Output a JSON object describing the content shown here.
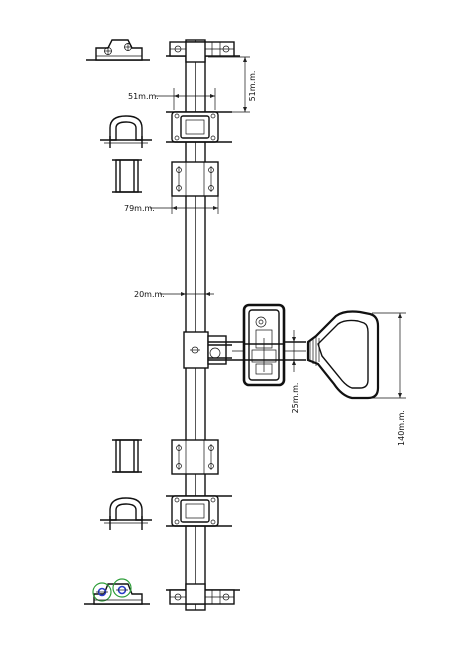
{
  "dimensions": {
    "top_height": "51m.m.",
    "top_width": "51m.m.",
    "plate_width": "79m.m.",
    "rod_diameter": "20m.m.",
    "handle_offset": "25m.m.",
    "handle_length": "140m.m."
  },
  "colors": {
    "line": "#111111",
    "accent_green": "#2e9e3a",
    "accent_blue": "#2b3fc8"
  }
}
